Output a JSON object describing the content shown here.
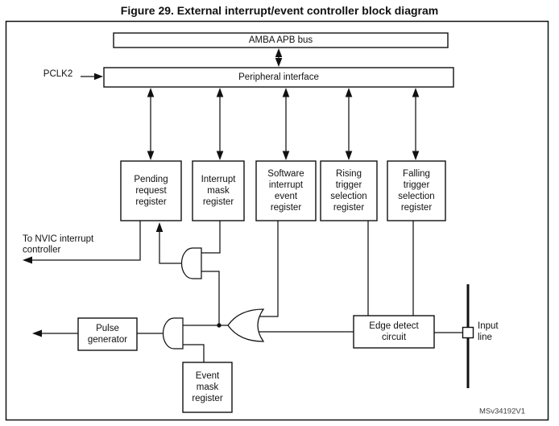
{
  "figure": {
    "title": "Figure 29. External interrupt/event controller block diagram",
    "watermark": "MSv34192V1"
  },
  "labels": {
    "pclk2": "PCLK2",
    "to_nvic": [
      "To NVIC interrupt",
      "controller"
    ],
    "input_line": [
      "Input",
      "line"
    ]
  },
  "blocks": {
    "amba_apb_bus": {
      "label": "AMBA APB bus"
    },
    "peripheral_interface": {
      "label": "Peripheral interface"
    },
    "pending_request_register": {
      "lines": [
        "Pending",
        "request",
        "register"
      ]
    },
    "interrupt_mask_register": {
      "lines": [
        "Interrupt",
        "mask",
        "register"
      ]
    },
    "software_interrupt_event_register": {
      "lines": [
        "Software",
        "interrupt",
        "event",
        "register"
      ]
    },
    "rising_trigger_selection_register": {
      "lines": [
        "Rising",
        "trigger",
        "selection",
        "register"
      ]
    },
    "falling_trigger_selection_register": {
      "lines": [
        "Falling",
        "trigger",
        "selection",
        "register"
      ]
    },
    "pulse_generator": {
      "lines": [
        "Pulse",
        "generator"
      ]
    },
    "event_mask_register": {
      "lines": [
        "Event",
        "mask",
        "register"
      ]
    },
    "edge_detect_circuit": {
      "lines": [
        "Edge detect",
        "circuit"
      ]
    }
  },
  "colors": {
    "line": "#111111",
    "background": "#ffffff"
  }
}
